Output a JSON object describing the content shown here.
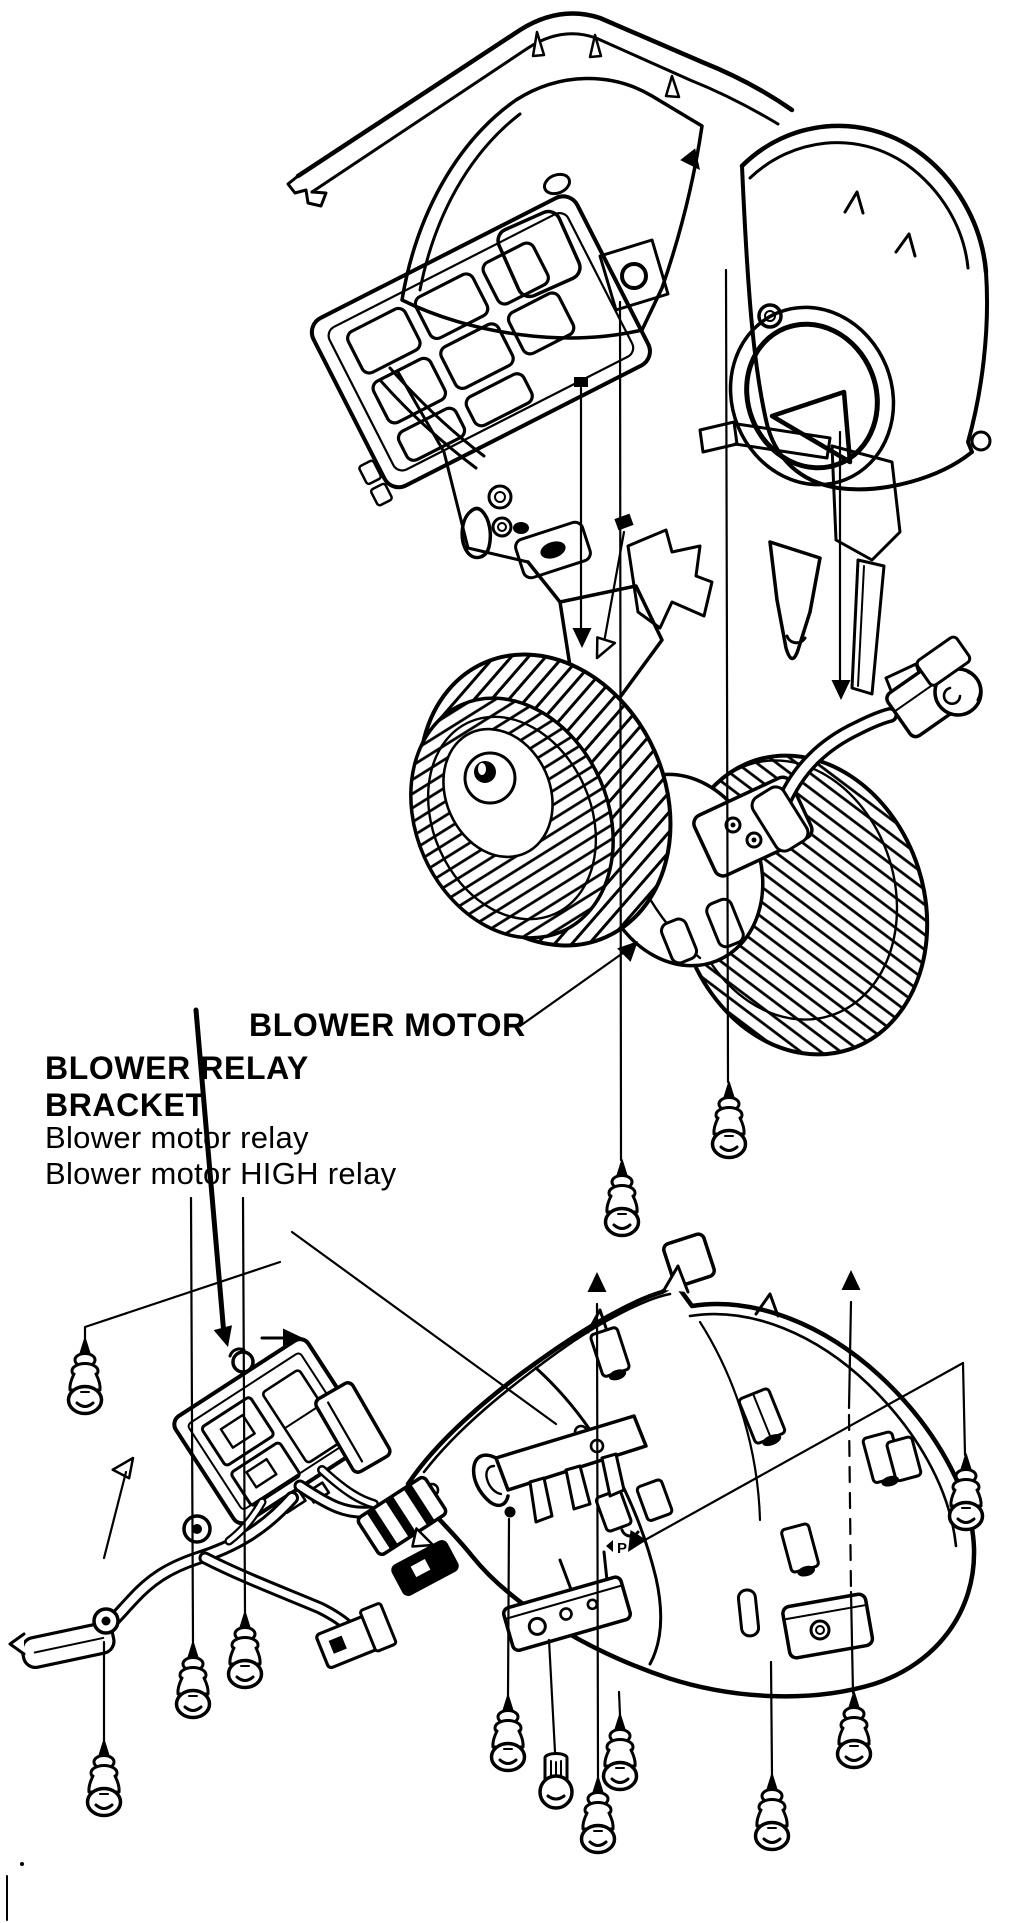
{
  "page": {
    "background": "#ffffff",
    "ink": "#000000"
  },
  "figure": {
    "labels": {
      "blower_motor": "BLOWER MOTOR",
      "bracket_line1": "BLOWER RELAY",
      "bracket_line2": "BRACKET",
      "item1": "Blower motor relay",
      "item2": "Blower motor HIGH relay",
      "housing_marking": "P"
    },
    "components": [
      "heater-unit",
      "blower-motor",
      "blower-relay-bracket",
      "wiring-harness",
      "lower-blower-housing"
    ],
    "screw_count": 12,
    "bolt_count": 1
  }
}
